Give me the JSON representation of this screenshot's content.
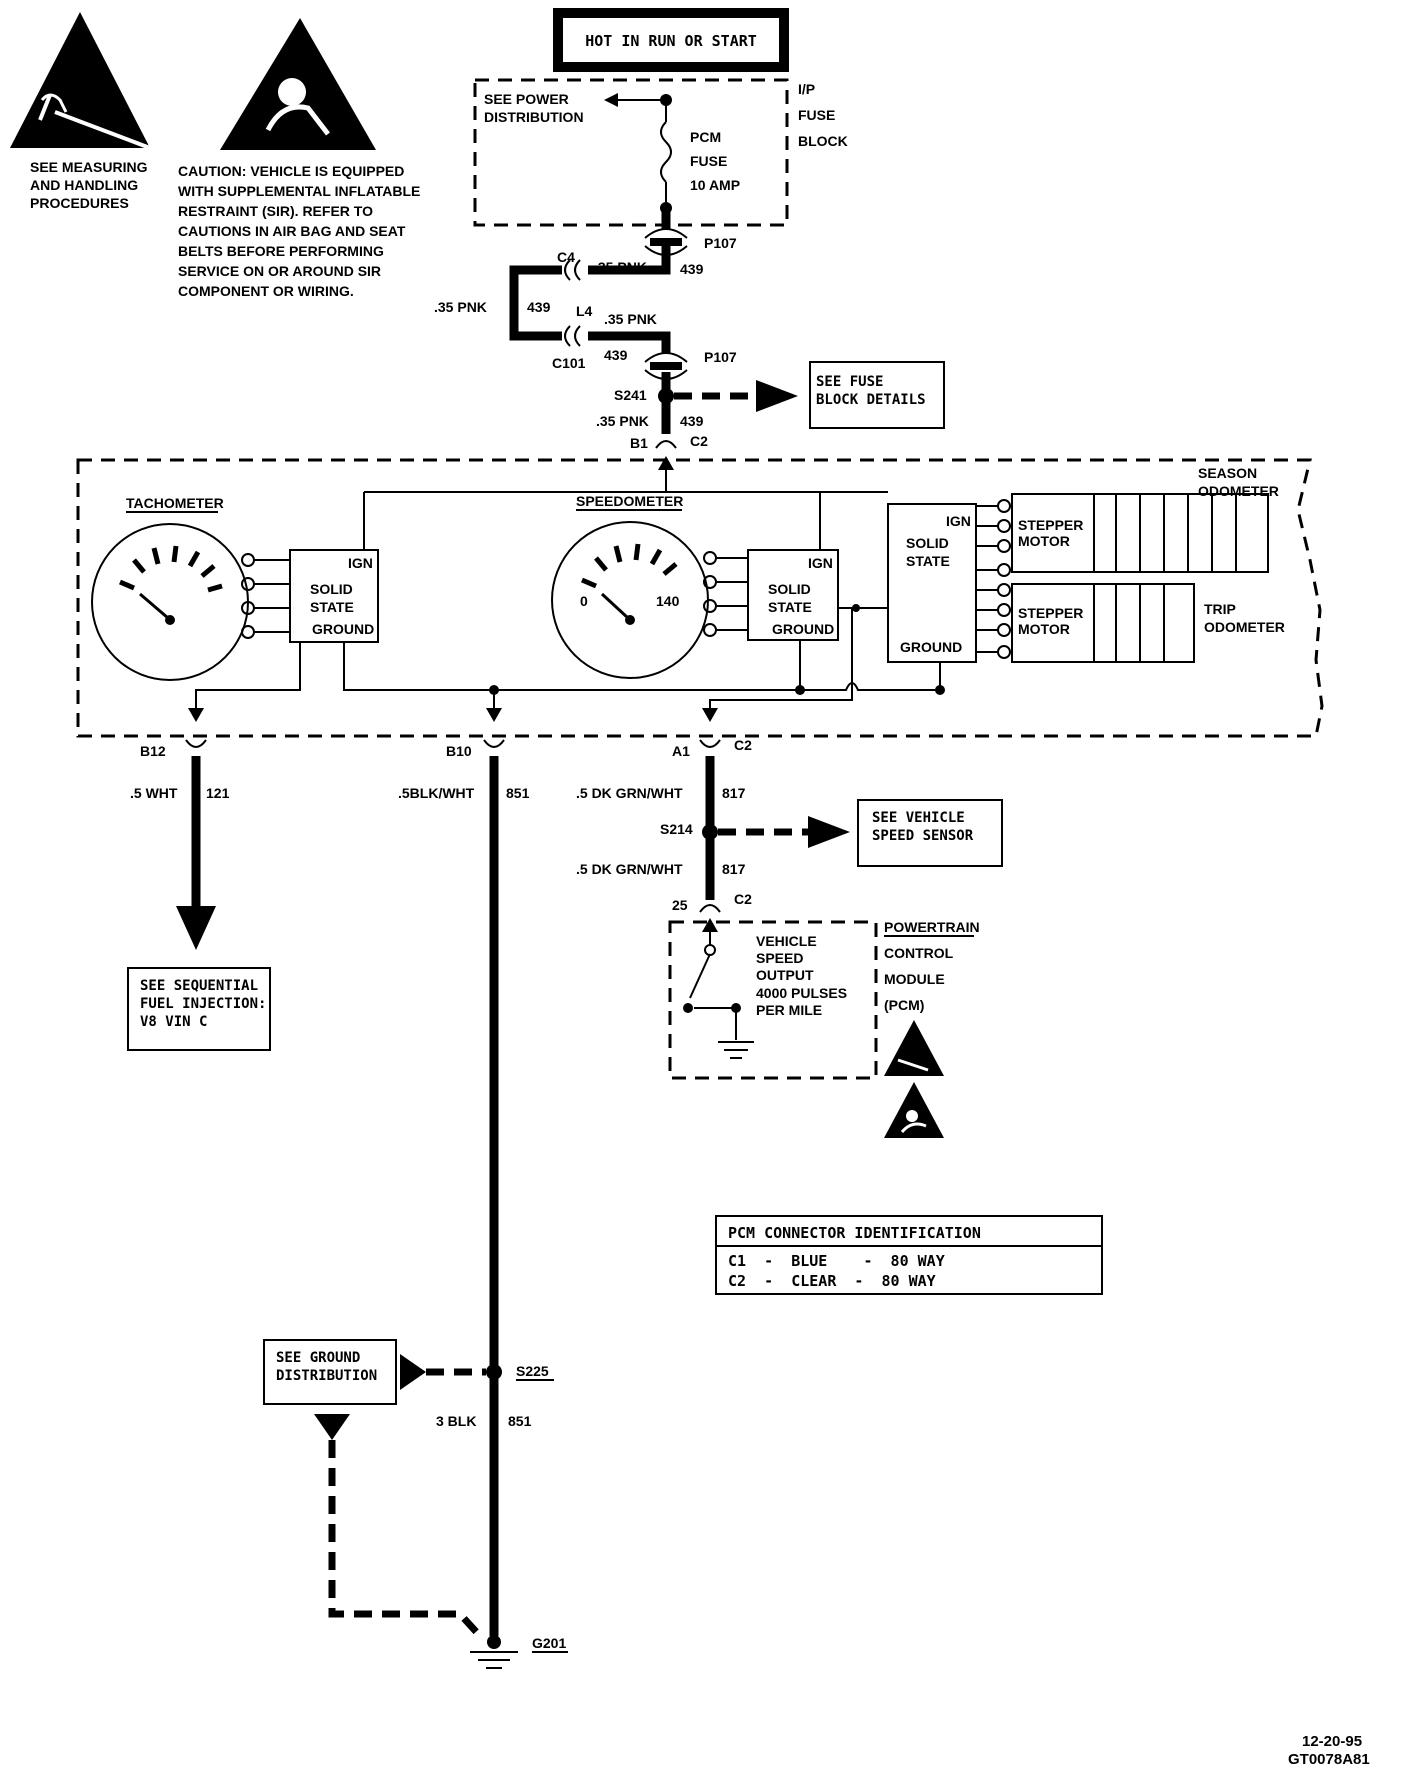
{
  "power": {
    "header": "HOT IN RUN OR START",
    "see_power": [
      "SEE POWER",
      "DISTRIBUTION"
    ],
    "fuse_block": [
      "I/P",
      "FUSE",
      "BLOCK"
    ],
    "fuse": [
      "PCM",
      "FUSE",
      "10 AMP"
    ]
  },
  "warnings": {
    "esd": [
      "SEE MEASURING",
      "AND HANDLING",
      "PROCEDURES"
    ],
    "sir": [
      "CAUTION: VEHICLE IS EQUIPPED",
      "WITH SUPPLEMENTAL INFLATABLE",
      "RESTRAINT (SIR). REFER TO",
      "CAUTIONS IN AIR BAG AND SEAT",
      "BELTS BEFORE PERFORMING",
      "SERVICE ON OR AROUND SIR",
      "COMPONENT OR WIRING."
    ]
  },
  "upper_wiring": {
    "p107_top": "P107",
    "c4": "C4",
    "wire_a": ".35 PNK",
    "circuit_a": "439",
    "wire_b": ".35 PNK",
    "circuit_b": "439",
    "l4": "L4",
    "wire_c": ".35 PNK",
    "c101": "C101",
    "circuit_c": "439",
    "p107_bot": "P107",
    "s241": "S241",
    "see_fuse": [
      "SEE FUSE",
      "BLOCK DETAILS"
    ],
    "wire_d": ".35 PNK",
    "circuit_d": "439",
    "b1": "B1",
    "c2": "C2"
  },
  "cluster": {
    "tach_label": "TACHOMETER",
    "speedo_label": "SPEEDOMETER",
    "speedo_min": "0",
    "speedo_max": "140",
    "ign": "IGN",
    "solid": "SOLID",
    "state": "STATE",
    "ground": "GROUND",
    "season": [
      "SEASON",
      "ODOMETER"
    ],
    "stepper": [
      "STEPPER",
      "MOTOR"
    ],
    "trip": [
      "TRIP",
      "ODOMETER"
    ]
  },
  "outputs": {
    "b12": "B12",
    "b10": "B10",
    "a1": "A1",
    "c2": "C2",
    "wire_121": ".5 WHT",
    "circ_121": "121",
    "wire_851": ".5BLK/WHT",
    "circ_851": "851",
    "wire_817a": ".5 DK GRN/WHT",
    "circ_817a": "817",
    "s214": "S214",
    "see_vss": [
      "SEE VEHICLE",
      "SPEED SENSOR"
    ],
    "wire_817b": ".5 DK GRN/WHT",
    "circ_817b": "817",
    "pin25": "25",
    "c2b": "C2",
    "see_sfi": [
      "SEE SEQUENTIAL",
      "FUEL INJECTION:",
      "V8 VIN C"
    ]
  },
  "pcm": {
    "vso": [
      "VEHICLE",
      "SPEED",
      "OUTPUT",
      "4000 PULSES",
      "PER MILE"
    ],
    "name": [
      "POWERTRAIN",
      "CONTROL",
      "MODULE",
      "(PCM)"
    ]
  },
  "connector_id": {
    "title": "PCM CONNECTOR IDENTIFICATION",
    "rows": [
      "C1  -  BLUE    -  80 WAY",
      "C2  -  CLEAR  -  80 WAY"
    ]
  },
  "ground": {
    "see_ground": [
      "SEE GROUND",
      "DISTRIBUTION"
    ],
    "s225": "S225",
    "wire": "3 BLK",
    "circuit": "851",
    "g201": "G201"
  },
  "footer": {
    "date": "12-20-95",
    "code": "GT0078A81"
  }
}
